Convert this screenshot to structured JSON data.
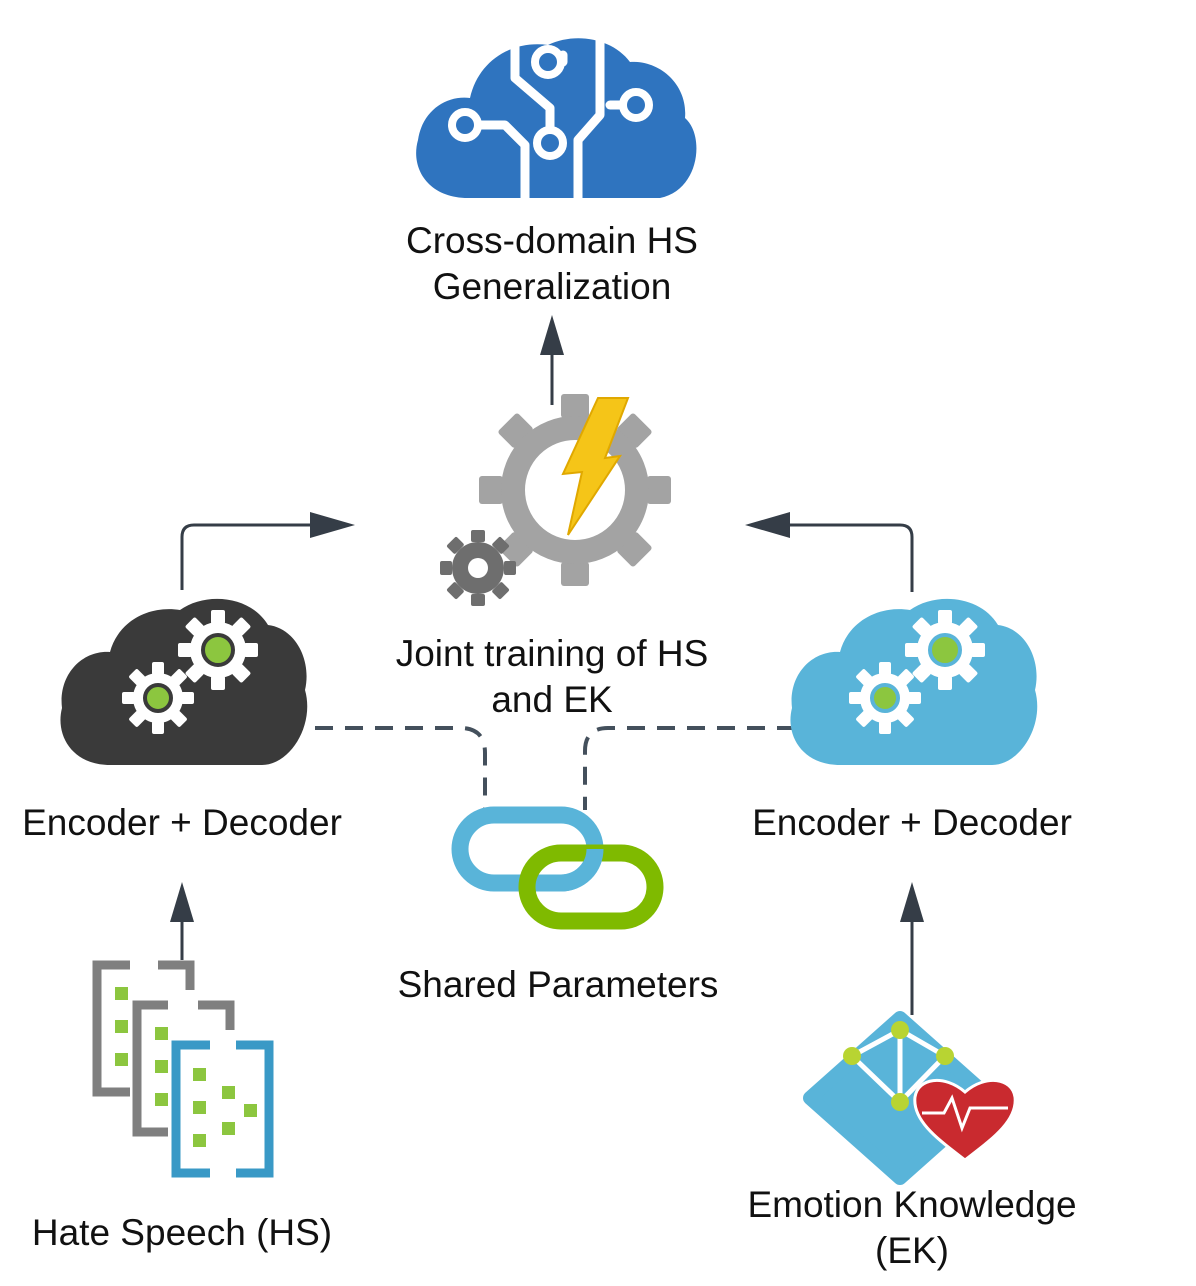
{
  "labels": {
    "top_line1": "Cross-domain HS",
    "top_line2": "Generalization",
    "center_line1": "Joint training of HS",
    "center_line2": "and EK",
    "left_model": "Encoder + Decoder",
    "right_model": "Encoder + Decoder",
    "shared": "Shared Parameters",
    "left_input": "Hate Speech (HS)",
    "right_input_line1": "Emotion Knowledge",
    "right_input_line2": "(EK)"
  },
  "colors": {
    "brain_cloud": "#2f74bf",
    "left_cloud": "#3a3a3a",
    "right_cloud": "#59b4d9",
    "gear_gray": "#a3a3a3",
    "gear_dark": "#6e6e6e",
    "lightning": "#f5c518",
    "accent_green": "#8cc63f",
    "link_blue": "#59b4d9",
    "link_green": "#7fba00",
    "heart_red": "#c92a2f",
    "arrow": "#353d47"
  },
  "icons": {
    "brain": "brain-cloud-icon",
    "gears": "gears-lightning-icon",
    "left_cloud": "gear-cloud-dark-icon",
    "right_cloud": "gear-cloud-blue-icon",
    "link": "chain-link-icon",
    "documents": "documents-icon",
    "emotion": "emotion-heart-icon"
  }
}
